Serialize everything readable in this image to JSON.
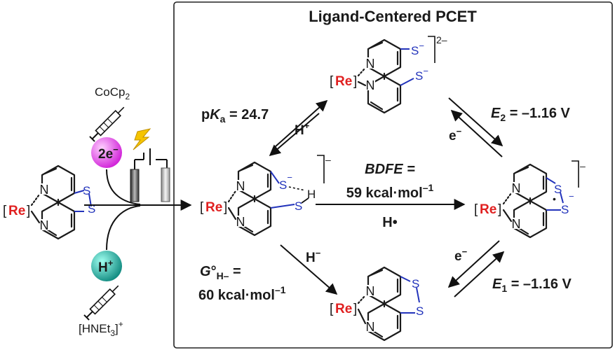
{
  "title": "Ligand-Centered PCET",
  "labels": {
    "cocp2_pre": "CoCp",
    "cocp2_sub": "2",
    "two_e": "2e",
    "two_e_sup": "−",
    "h_plus": "H",
    "h_plus_sup": "+",
    "hnet3_pre": "[HNEt",
    "hnet3_sub": "3",
    "hnet3_post": "]",
    "hnet3_sup": "+",
    "pka_p": "p",
    "pka_K": "K",
    "pka_a": "a",
    "pka_value": " = 24.7",
    "pka_hplus": "H",
    "pka_hplus_sup": "+",
    "e2_E": "E",
    "e2_sub": "2",
    "e2_value": " =  –1.16 V",
    "e2_electron": "e",
    "e2_electron_sup": "−",
    "bdfe": "BDFE =",
    "bdfe_value": "59 kcal·mol",
    "bdfe_sup": "–1",
    "h_atom": "H•",
    "h_minus": "H",
    "h_minus_sup": "−",
    "g_G": "G",
    "g_deg": "°",
    "g_sub": "H–",
    "g_eq": " =",
    "g_value": "60 kcal·mol",
    "g_sup": "–1",
    "e1_E": "E",
    "e1_sub": "1",
    "e1_value": " =  –1.16 V",
    "e1_electron": "e",
    "e1_electron_sup": "−",
    "re": "Re",
    "bracket_open": "[",
    "bracket_close": "]",
    "n_atom": "N",
    "s_atom": "S",
    "s_minus": "−",
    "h_atom_label": "H",
    "charge_2minus": "2–",
    "charge_minus": "–",
    "radical_dot": "•"
  },
  "colors": {
    "re": "#e02020",
    "sulfur": "#2233bb",
    "magenta_ball": "#e040e0",
    "teal_ball": "#1a9a90",
    "lightning": "#f5c400"
  }
}
